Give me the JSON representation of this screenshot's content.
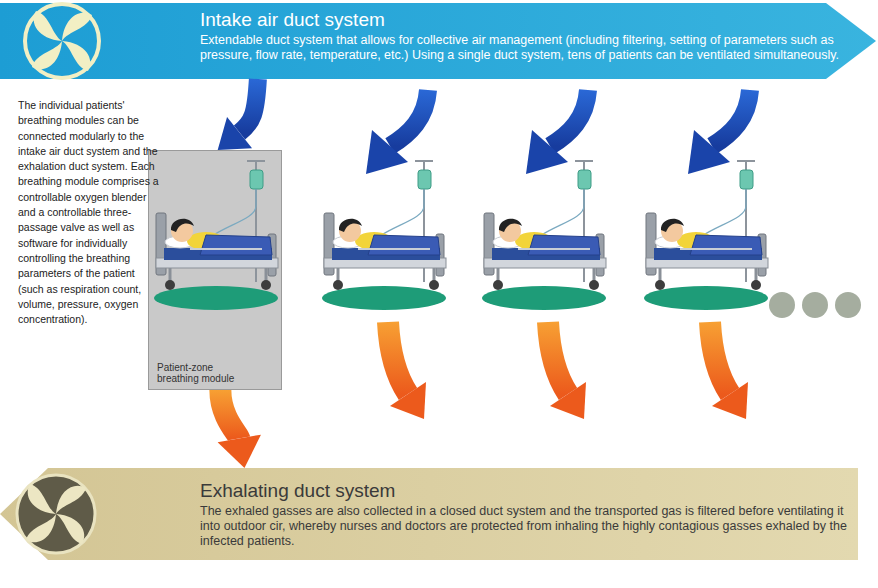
{
  "diagram": {
    "nodes": [
      {
        "text": [
          "Intake air duct system",
          "Extendable duct system that allows for collective air management (including filtering, setting of parameters such as pressure, flow rate, temperature, etc.) Using a single duct system, tens of patients can be ventilated simultaneously."
        ]
      },
      {
        "text": [
          "Patient-zone breathing module"
        ]
      },
      {
        "text": [
          "Exhalating duct system",
          "The exhaled gasses are also collected in a closed duct system and the transported gas is filtered before ventilating it into outdoor cir, whereby nurses and doctors are protected from inhaling the highly contagious gasses exhaled by the infected patients."
        ]
      }
    ],
    "edges": [
      {
        "from": 0,
        "to": 1,
        "arrow": "to"
      },
      {
        "from": 1,
        "to": 2,
        "arrow": "to"
      }
    ],
    "labels": [
      "The individual patients' breathing modules can be connected modularly to the intake air duct system and the exhalation duct system. Each breathing module comprises a controllable oxygen blender and a controllable three-passage valve as well as software for individually controlling the breathing parameters of the patient (such as respiration count, volume, pressure, oxygen concentration)."
    ]
  }
}
